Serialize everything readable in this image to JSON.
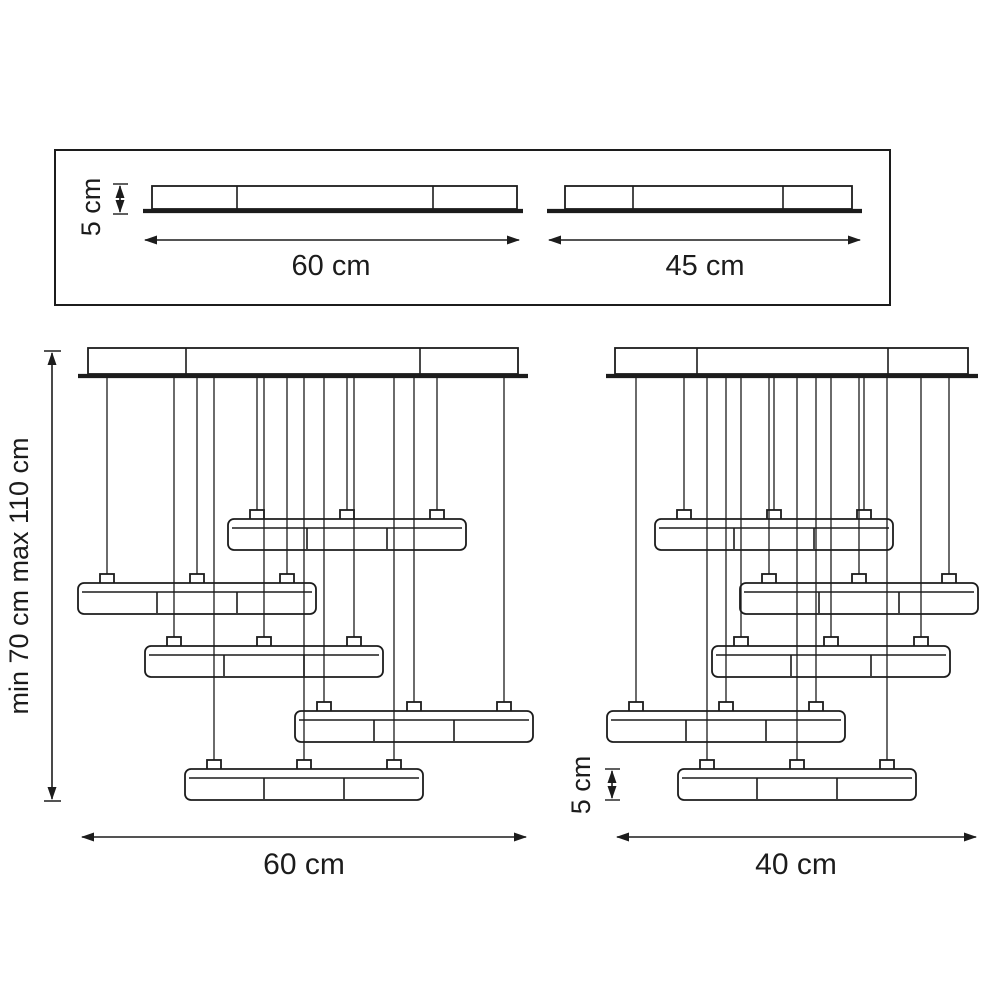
{
  "diagram": {
    "mounts": {
      "height_label": "5 cm",
      "mount1_width_label": "60 cm",
      "mount2_width_label": "45 cm"
    },
    "left_fixture": {
      "drop_height_label": "min 70 cm max 110 cm",
      "width_label": "60 cm"
    },
    "right_fixture": {
      "bar_height_label": "5 cm",
      "width_label": "40 cm"
    }
  }
}
